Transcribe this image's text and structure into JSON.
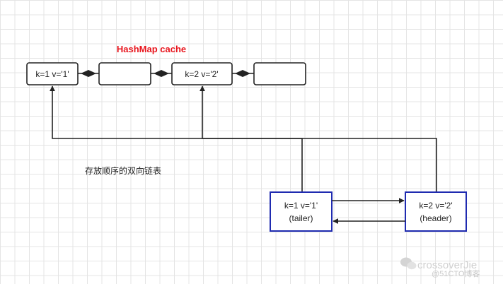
{
  "title": {
    "text": "HashMap cache",
    "color": "#e8141c"
  },
  "caption": "存放顺序的双向链表",
  "map_nodes": [
    {
      "label": "k=1 v='1'"
    },
    {
      "label": ""
    },
    {
      "label": "k=2 v='2'"
    },
    {
      "label": ""
    }
  ],
  "list_nodes": [
    {
      "line1": "k=1 v='1'",
      "line2": "(tailer)"
    },
    {
      "line1": "k=2 v='2'",
      "line2": "(header)"
    }
  ],
  "watermark": {
    "text": "crossoverJie",
    "sub": "@51CTO博客",
    "icon": "wechat-icon"
  },
  "colors": {
    "map_border": "#222222",
    "list_border": "#1f2bb0",
    "line": "#222222"
  }
}
